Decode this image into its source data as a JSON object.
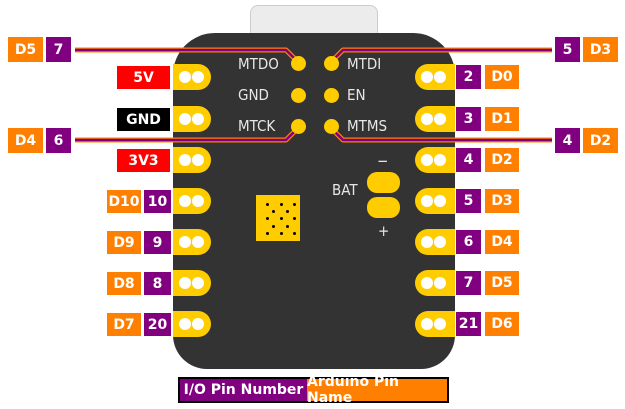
{
  "colors": {
    "arduino": "#ff8000",
    "io": "#800080",
    "power": "#ff0000",
    "ground": "#000000",
    "pad": "#ffcc00",
    "board": "#333333"
  },
  "left_pins": [
    {
      "label": "5V",
      "type": "power"
    },
    {
      "label": "GND",
      "type": "ground"
    },
    {
      "label": "3V3",
      "type": "power"
    },
    {
      "arduino": "D10",
      "io": "10"
    },
    {
      "arduino": "D9",
      "io": "9"
    },
    {
      "arduino": "D8",
      "io": "8"
    },
    {
      "arduino": "D7",
      "io": "20"
    }
  ],
  "right_pins": [
    {
      "io": "2",
      "arduino": "D0"
    },
    {
      "io": "3",
      "arduino": "D1"
    },
    {
      "io": "4",
      "arduino": "D2"
    },
    {
      "io": "5",
      "arduino": "D3"
    },
    {
      "io": "6",
      "arduino": "D4"
    },
    {
      "io": "7",
      "arduino": "D5"
    },
    {
      "io": "21",
      "arduino": "D6"
    }
  ],
  "jtag": {
    "left": [
      "MTDO",
      "GND",
      "MTCK"
    ],
    "right": [
      "MTDI",
      "EN",
      "MTMS"
    ],
    "callouts": [
      {
        "pin": "MTDO",
        "arduino": "D5",
        "io": "7"
      },
      {
        "pin": "MTCK",
        "arduino": "D4",
        "io": "6"
      },
      {
        "pin": "MTDI",
        "io": "5",
        "arduino": "D3"
      },
      {
        "pin": "MTMS",
        "io": "4",
        "arduino": "D2"
      }
    ]
  },
  "battery": {
    "label": "BAT",
    "minus": "−",
    "plus": "+"
  },
  "legend": {
    "io": "I/O Pin Number",
    "arduino": "Arduino Pin Name"
  }
}
